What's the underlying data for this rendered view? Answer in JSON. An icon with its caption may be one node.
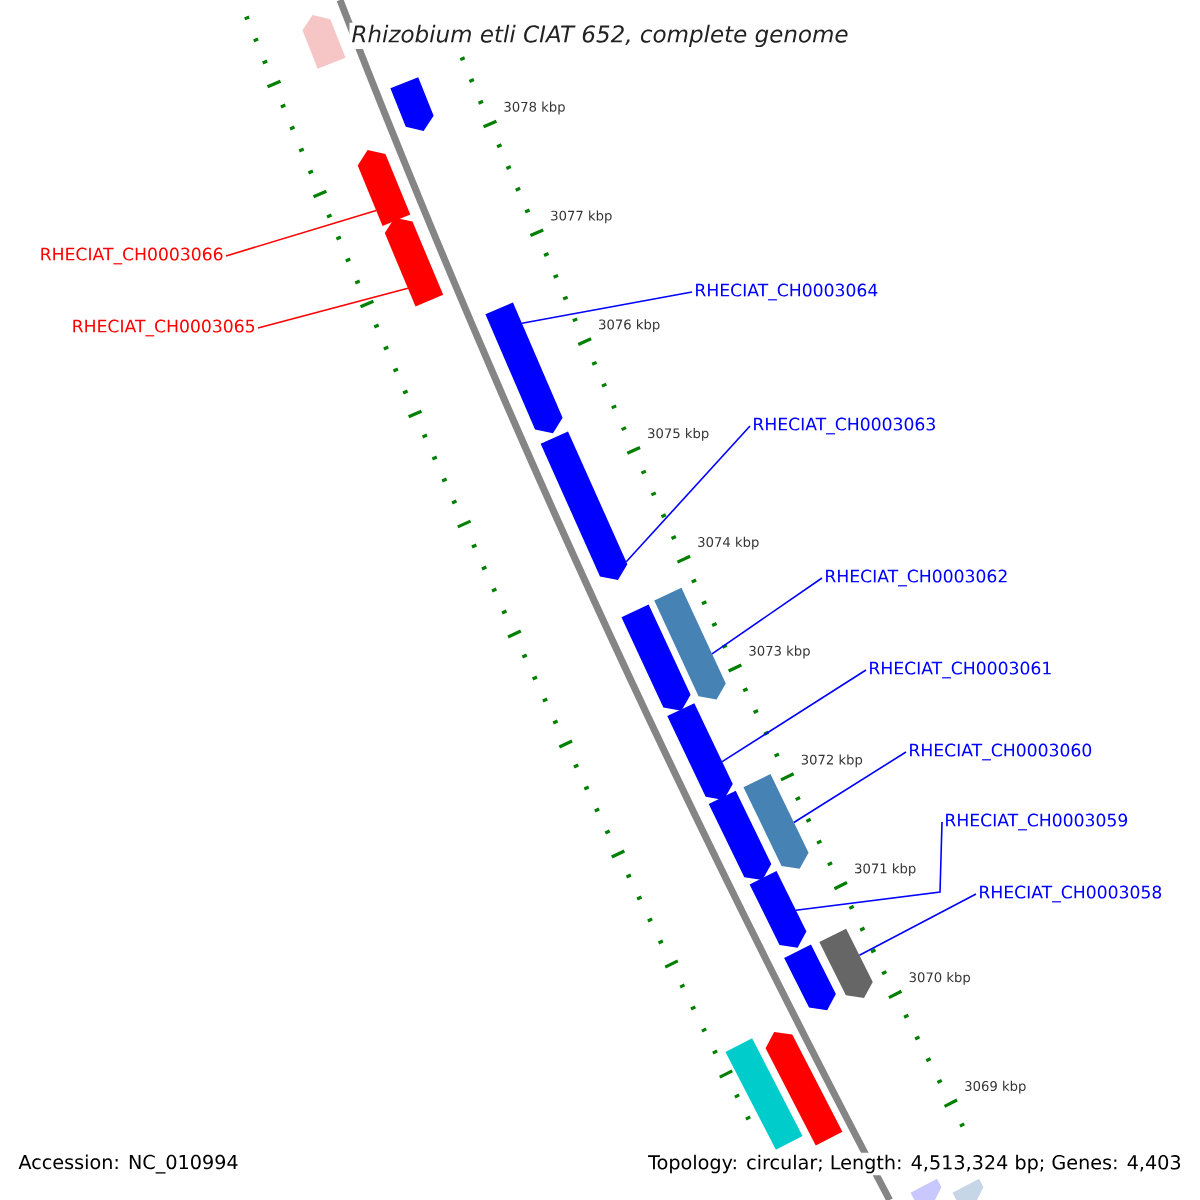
{
  "diagram": {
    "title": "Rhizobium etli CIAT 652, complete genome",
    "nodes": [
      {
        "text": [
          "RHECIAT_CH0003066"
        ]
      },
      {
        "text": [
          "RHECIAT_CH0003065"
        ]
      },
      {
        "text": [
          "RHECIAT_CH0003064"
        ]
      },
      {
        "text": [
          "RHECIAT_CH0003063"
        ]
      },
      {
        "text": [
          "RHECIAT_CH0003062"
        ]
      },
      {
        "text": [
          "RHECIAT_CH0003061"
        ]
      },
      {
        "text": [
          "RHECIAT_CH0003060"
        ]
      },
      {
        "text": [
          "RHECIAT_CH0003059"
        ]
      },
      {
        "text": [
          "RHECIAT_CH0003058"
        ]
      },
      {
        "text": [],
        "shape": "pentagon"
      },
      {
        "text": [],
        "shape": "pentagon"
      },
      {
        "text": [],
        "shape": "pentagon"
      },
      {
        "text": [],
        "shape": "pentagon"
      },
      {
        "text": [],
        "shape": "pentagon"
      },
      {
        "text": [],
        "shape": "pentagon"
      },
      {
        "text": [],
        "shape": "pentagon"
      },
      {
        "text": [],
        "shape": "pentagon"
      },
      {
        "text": [],
        "shape": "pentagon"
      },
      {
        "text": [],
        "shape": "pentagon"
      },
      {
        "text": [],
        "shape": "pentagon"
      },
      {
        "text": [],
        "shape": "pentagon"
      },
      {
        "text": [],
        "shape": "pentagon"
      },
      {
        "text": [],
        "shape": "pentagon"
      },
      {
        "text": [],
        "shape": "pentagon"
      },
      {
        "text": [],
        "shape": "bar"
      },
      {
        "text": [],
        "shape": "pentagon"
      },
      {
        "text": [],
        "shape": "pentagon"
      }
    ],
    "edges": [
      {
        "from": 0,
        "to": 11,
        "arrow": "none",
        "color": "#ff0000"
      },
      {
        "from": 1,
        "to": 12,
        "arrow": "none",
        "color": "#ff0000"
      },
      {
        "from": 2,
        "to": 13,
        "arrow": "none"
      },
      {
        "from": 3,
        "to": 14,
        "arrow": "none"
      },
      {
        "from": 4,
        "to": 15,
        "arrow": "none"
      },
      {
        "from": 5,
        "to": 17,
        "arrow": "none"
      },
      {
        "from": 6,
        "to": 18,
        "arrow": "none"
      },
      {
        "from": 7,
        "to": 20,
        "arrow": "none"
      },
      {
        "from": 8,
        "to": 21,
        "arrow": "none"
      }
    ],
    "labels": [
      "3078 kbp",
      "3077 kbp",
      "3076 kbp",
      "3075 kbp",
      "3074 kbp",
      "3073 kbp",
      "3072 kbp",
      "3071 kbp",
      "3070 kbp",
      "3069 kbp",
      "Accession: NC_010994",
      "Topology: circular; Length: 4,513,324 bp; Genes: 4,403"
    ]
  }
}
